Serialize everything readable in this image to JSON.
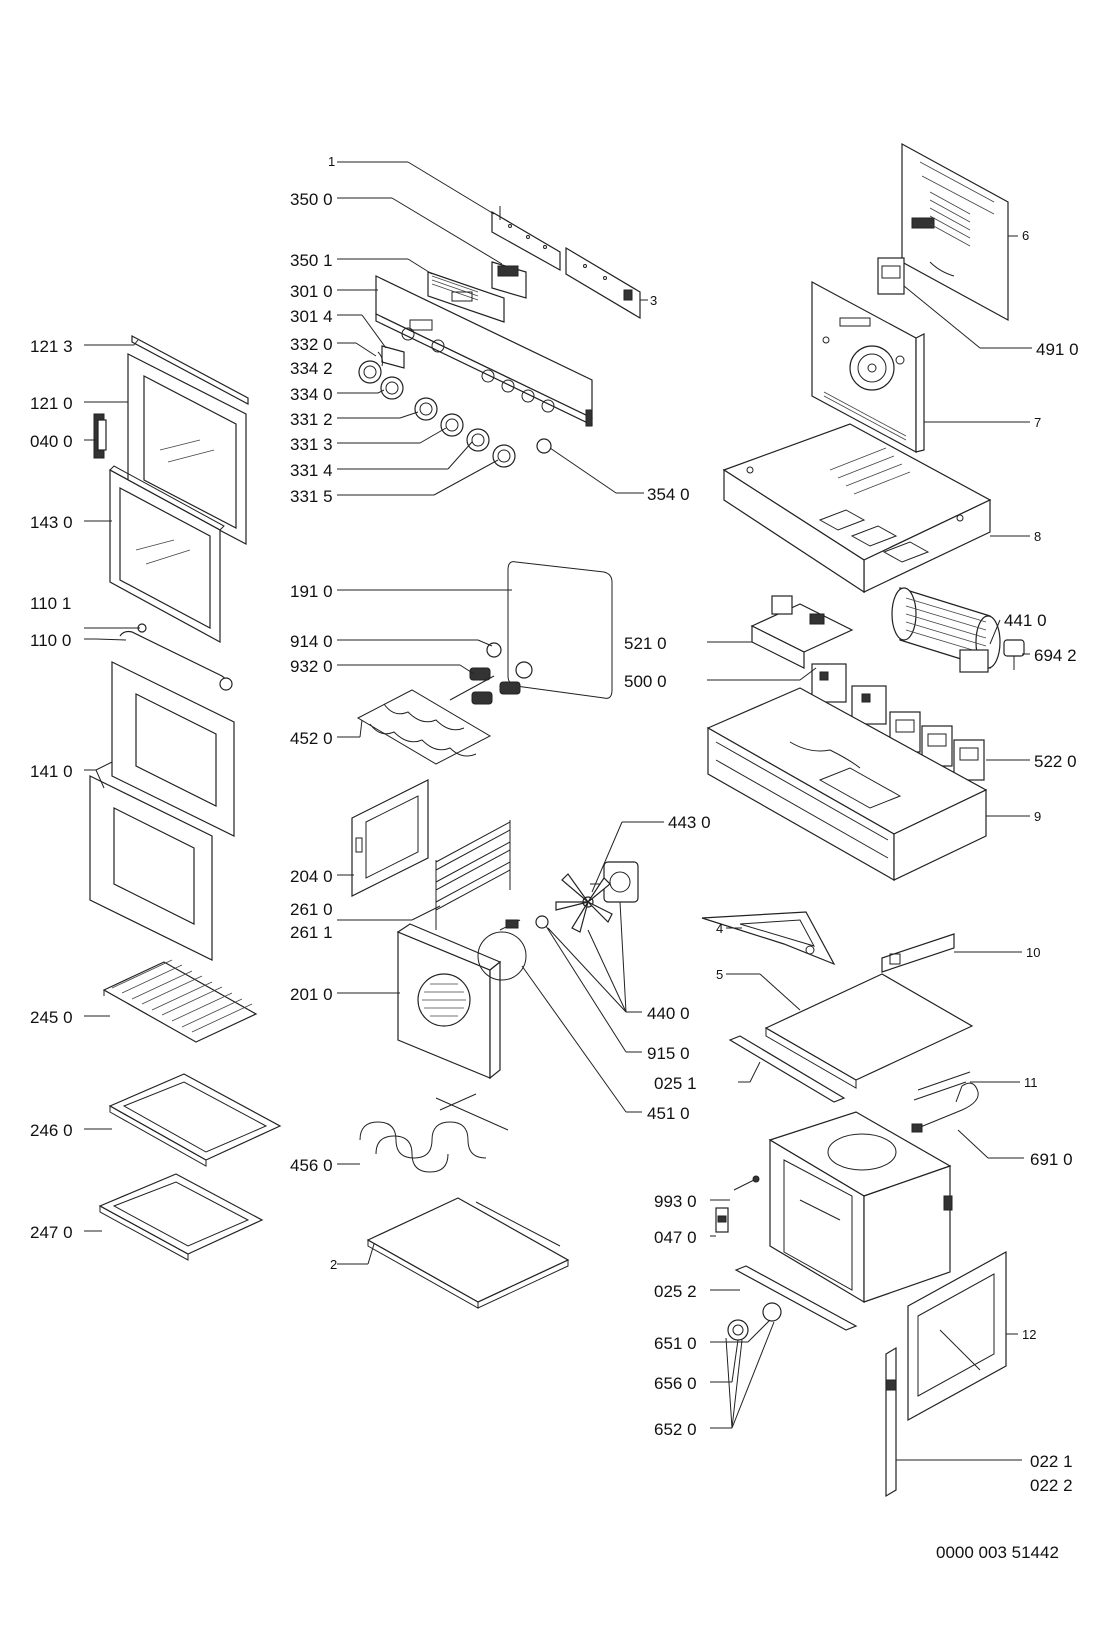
{
  "diagram": {
    "doc_code": "0000 003 51442",
    "labels": {
      "l1": "1",
      "l2": "2",
      "l3": "3",
      "l4": "4",
      "l5": "5",
      "l6": "6",
      "l7": "7",
      "l8": "8",
      "l9": "9",
      "l10": "10",
      "l11": "11",
      "l12": "12",
      "l0221": "022 1",
      "l0222": "022 2",
      "l0251": "025 1",
      "l0252": "025 2",
      "l0400": "040 0",
      "l0470": "047 0",
      "l1100": "110 0",
      "l1101": "110 1",
      "l1210": "121 0",
      "l1213": "121 3",
      "l1410": "141 0",
      "l1430": "143 0",
      "l1910": "191 0",
      "l2010": "201 0",
      "l2040": "204 0",
      "l2450": "245 0",
      "l2460": "246 0",
      "l2470": "247 0",
      "l2610": "261 0",
      "l2611": "261 1",
      "l3010": "301 0",
      "l3014": "301 4",
      "l3312": "331 2",
      "l3313": "331 3",
      "l3314": "331 4",
      "l3315": "331 5",
      "l3320": "332 0",
      "l3340": "334 0",
      "l3342": "334 2",
      "l3500": "350 0",
      "l3501": "350 1",
      "l3540": "354 0",
      "l4400": "440 0",
      "l4410": "441 0",
      "l4430": "443 0",
      "l4510": "451 0",
      "l4520": "452 0",
      "l4560": "456 0",
      "l4910": "491 0",
      "l5000": "500 0",
      "l5210": "521 0",
      "l5220": "522 0",
      "l6510": "651 0",
      "l6520": "652 0",
      "l6560": "656 0",
      "l6910": "691 0",
      "l6942": "694 2",
      "l9140": "914 0",
      "l9150": "915 0",
      "l9320": "932 0",
      "l9930": "993 0"
    }
  }
}
